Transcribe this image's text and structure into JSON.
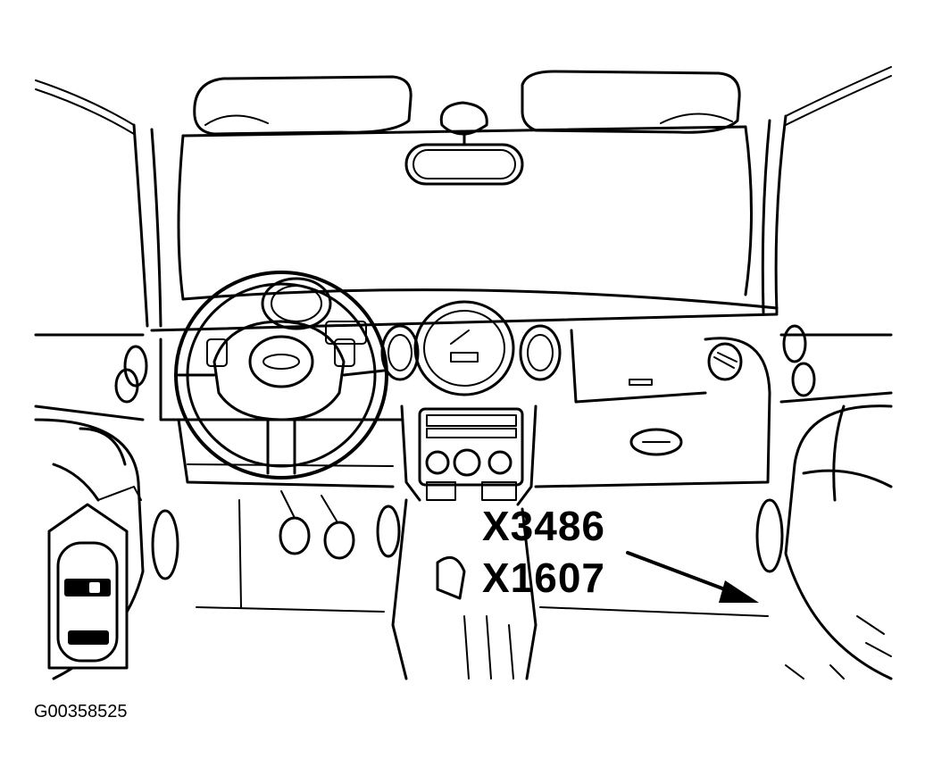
{
  "callouts": {
    "connector_1": "X3486",
    "connector_2": "X1607"
  },
  "figure_id": "G00358525",
  "icons": {
    "vehicle_locator": "car-top-view-icon",
    "pointer": "arrow-icon"
  },
  "colors": {
    "line": "#000000",
    "background": "#ffffff"
  }
}
